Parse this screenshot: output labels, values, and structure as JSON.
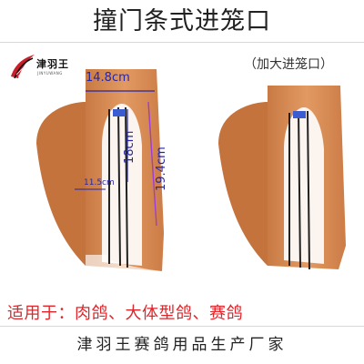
{
  "header": {
    "title": "撞门条式进笼口"
  },
  "logo": {
    "text": "津羽王",
    "subtext": "JINYUWANG"
  },
  "subtitle": "（加大进笼口）",
  "dimensions": {
    "width": "14.8cm",
    "inner_height": "18cm",
    "total_height": "19.4cm",
    "depth": "11.5cm"
  },
  "usage": "适用于：肉鸽、大体型鸽、赛鸽",
  "footer": "津羽王赛鸽用品生产厂家",
  "colors": {
    "product": "#d98a52",
    "product_edge": "#b86a34",
    "measure": "#2626a6",
    "usage_text": "#e0242a"
  }
}
